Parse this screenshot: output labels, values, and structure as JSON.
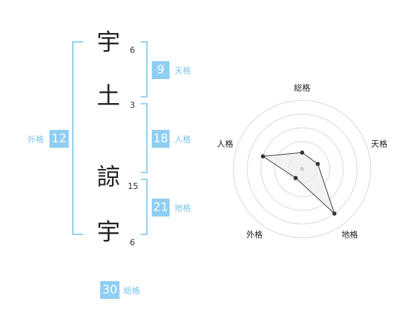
{
  "name": {
    "chars": [
      {
        "char": "宇",
        "strokes": "6"
      },
      {
        "char": "土",
        "strokes": "3"
      },
      {
        "char": "諒",
        "strokes": "15"
      },
      {
        "char": "宇",
        "strokes": "6"
      }
    ]
  },
  "fortunes": {
    "tenkaku": {
      "label": "天格",
      "value": "9"
    },
    "jinkaku": {
      "label": "人格",
      "value": "18"
    },
    "chikaku": {
      "label": "地格",
      "value": "21"
    },
    "gaikaku": {
      "label": "外格",
      "value": "12"
    },
    "soukaku": {
      "label": "総格",
      "value": "30"
    }
  },
  "colors": {
    "accent": "#8fcff3",
    "badge_text": "#ffffff"
  },
  "chart_data": {
    "type": "radar",
    "axes": [
      "総格",
      "天格",
      "地格",
      "外格",
      "人格"
    ],
    "values": [
      1.2,
      1.2,
      4.0,
      0.8,
      3.0
    ],
    "rmax": 5,
    "rings": 5
  }
}
